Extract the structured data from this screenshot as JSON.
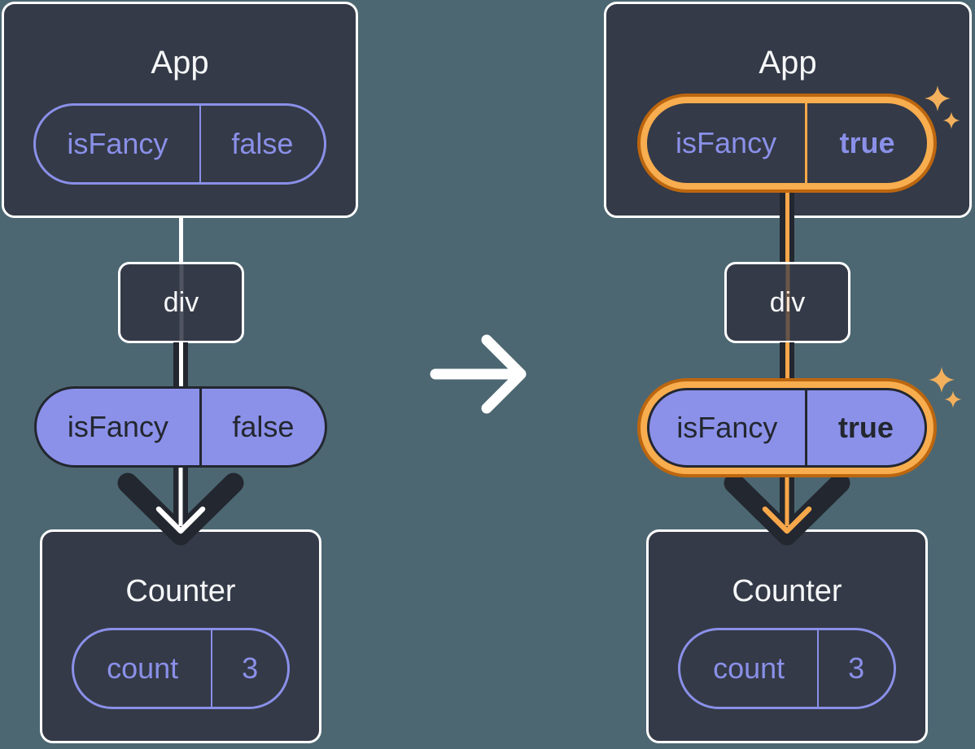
{
  "palette": {
    "background": "#4c6772",
    "card_bg": "#343a47",
    "card_border": "#ffffff",
    "purple_text": "#8a90e8",
    "purple_fill": "#8b91e9",
    "dark": "#23272f",
    "orange_ring_fill": "#f8ad4e",
    "orange_ring_border": "#bc660f",
    "orange_thread": "#f8a74a",
    "sparkle": "#f2b05c",
    "title_text": "#f6f7f9"
  },
  "icons": {
    "transition_arrow": "arrow-right",
    "highlight_sparkles": "sparkles"
  },
  "before": {
    "app": {
      "title": "App",
      "state": {
        "name": "isFancy",
        "value": "false"
      }
    },
    "div": {
      "label": "div"
    },
    "prop": {
      "name": "isFancy",
      "value": "false"
    },
    "counter": {
      "title": "Counter",
      "state": {
        "name": "count",
        "value": "3"
      }
    }
  },
  "after": {
    "app": {
      "title": "App",
      "state": {
        "name": "isFancy",
        "value": "true"
      }
    },
    "div": {
      "label": "div"
    },
    "prop": {
      "name": "isFancy",
      "value": "true"
    },
    "counter": {
      "title": "Counter",
      "state": {
        "name": "count",
        "value": "3"
      }
    }
  }
}
